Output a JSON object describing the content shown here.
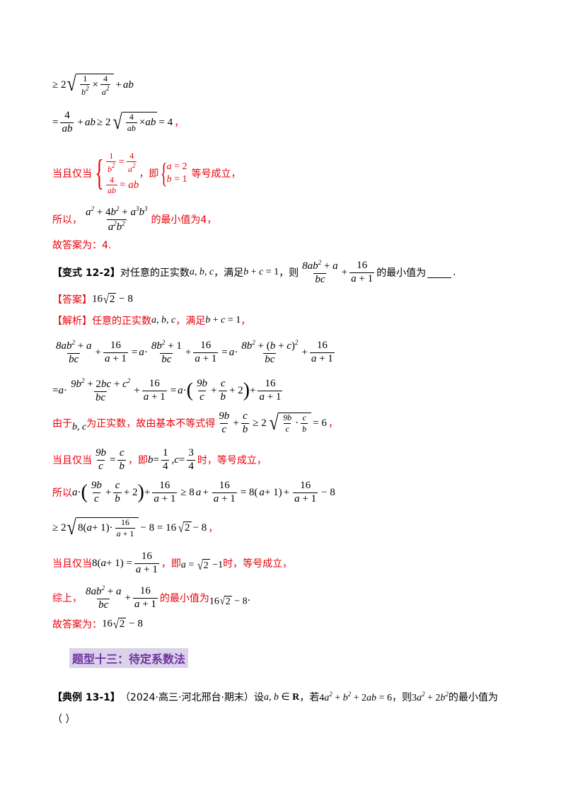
{
  "doc": {
    "t_so_yi": "所以，",
    "t_zui_xiao_4": "的最小值为4，",
    "t_ans1": "故答案为：4.",
    "t_dang": "当且仅当",
    "t_ji": "，即",
    "t_deng_cheng": "等号成立，",
    "t_comma": "，",
    "t_shi_deng": "时，等号成立，",
    "variant_label": "【变式 12-2】",
    "variant_q1": "对任意的正实数",
    "variant_q2": "，满足",
    "variant_q3": "，则",
    "variant_q4": "的最小值为",
    "answer_label": "【答案】",
    "jiexi_label": "【解析】",
    "jiexi_t1": "任意的正实数",
    "jiexi_t2": "，满足",
    "you_yu": "由于",
    "wei_zheng": "为正实数，故由基本不等式得",
    "so_yi_2": "所以",
    "zong_shang": "综上，",
    "min_is": "的最小值为",
    "ans_final": "故答案为：",
    "section_heading": "题型十三：待定系数法",
    "example_label": "【典例 13-1】",
    "example_src": "（2024·高三·河北邢台·期末）设",
    "example_t2": "，若",
    "example_t3": "，则",
    "example_t4": "的最小值为",
    "example_paren": "（    ）"
  }
}
